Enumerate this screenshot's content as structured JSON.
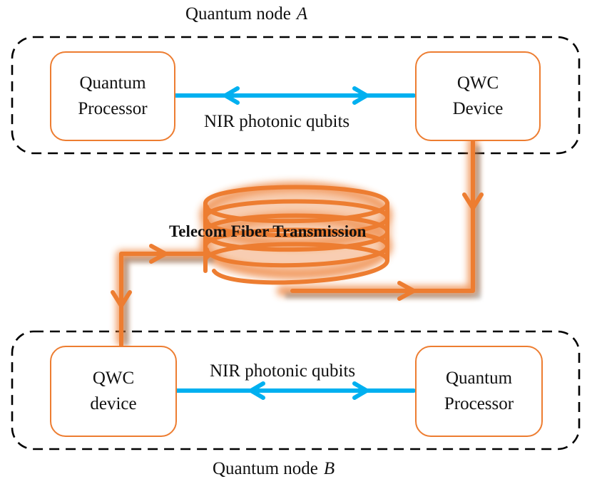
{
  "diagram": {
    "colors": {
      "orange": "#ED7D31",
      "blue": "#00B0F0",
      "dash": "#000000"
    },
    "node_a": {
      "title_prefix": "Quantum node",
      "title_var": "A",
      "left_box": {
        "line1": "Quantum",
        "line2": "Processor"
      },
      "right_box": {
        "line1": "QWC",
        "line2": "Device"
      },
      "link_label": "NIR photonic qubits"
    },
    "fiber": {
      "label": "Telecom Fiber Transmission"
    },
    "node_b": {
      "title_prefix": "Quantum node",
      "title_var": "B",
      "left_box": {
        "line1": "QWC",
        "line2": "device"
      },
      "right_box": {
        "line1": "Quantum",
        "line2": "Processor"
      },
      "link_label": "NIR photonic qubits"
    }
  }
}
